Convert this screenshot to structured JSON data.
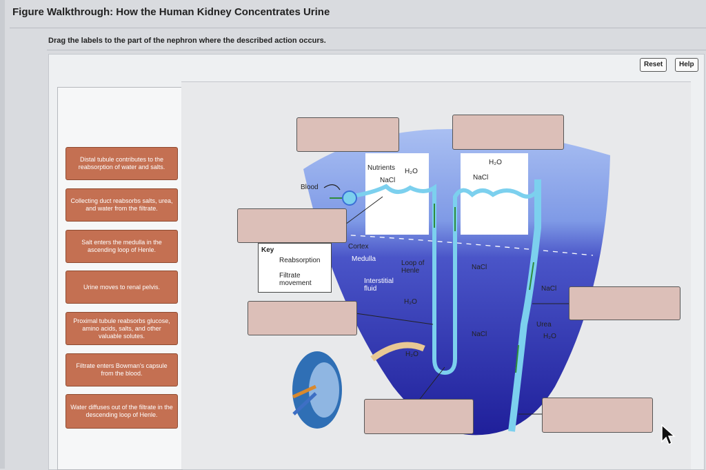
{
  "header": {
    "title": "Figure Walkthrough: How the Human Kidney Concentrates Urine",
    "instruction": "Drag the labels to the part of the nephron where the described action occurs."
  },
  "toolbar": {
    "reset_label": "Reset",
    "help_label": "Help"
  },
  "labels": [
    "Distal tubule contributes to the reabsorption of water and salts.",
    "Collecting duct reabsorbs salts, urea, and water from the filtrate.",
    "Salt enters the medulla in the ascending loop of Henle.",
    "Urine moves to renal pelvis.",
    "Proximal tubule reabsorbs glucose, amino acids, salts, and other valuable solutes.",
    "Filtrate enters Bowman's capsule from the blood.",
    "Water diffuses out of the filtrate in the descending loop of Henle."
  ],
  "diagram": {
    "blood": "Blood",
    "nutrients": "Nutrients",
    "nacl": "NaCl",
    "h2o": "H₂O",
    "urea": "Urea",
    "cortex": "Cortex",
    "medulla": "Medulla",
    "loop_of_henle": "Loop of Henle",
    "interstitial_fluid": "Interstitial fluid",
    "key": {
      "title": "Key",
      "reabsorption": "Reabsorption",
      "filtrate_movement": "Filtrate movement"
    }
  },
  "colors": {
    "label_fill": "#c47052",
    "drop_fill": "#dcbfb8",
    "cortex_blue": "#8aa6ea",
    "medulla_blue": "#2b2fb0",
    "reabsorption_arrow": "#b07fd8",
    "filtrate_arrow": "#2e8b3a",
    "tubule": "#66c8ea"
  }
}
